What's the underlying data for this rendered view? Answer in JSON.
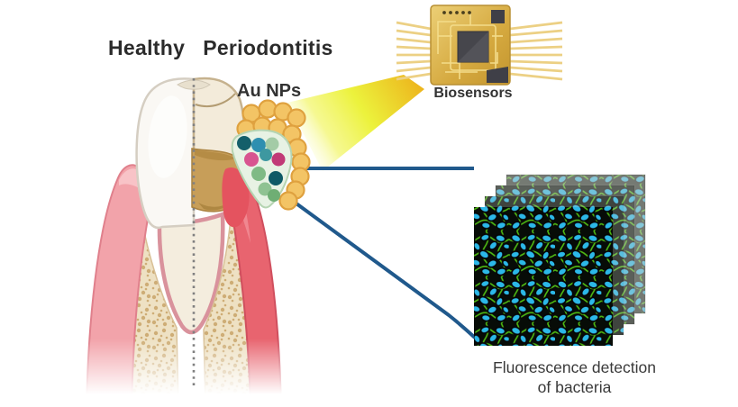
{
  "header": {
    "healthy_label": "Healthy",
    "periodontitis_label": "Periodontitis"
  },
  "tooth": {
    "au_nps_label": "Au NPs"
  },
  "biosensor": {
    "label": "Biosensors"
  },
  "fluorescence": {
    "caption_line1": "Fluorescence detection",
    "caption_line2": "of bacteria"
  },
  "icons": {
    "tooth_illustration": "tooth-cross-section-healthy-vs-periodontitis",
    "gold_nanoparticles": "gold-nanoparticle-cluster",
    "bacteria_sample": "bacteria-teardrop-cluster",
    "excitation_beam": "yellow-light-beam",
    "biosensor_chip": "gold-microchip",
    "fluorescence_stack": "stacked-fluorescence-micrographs"
  },
  "colors": {
    "accent_blue": "#20598c",
    "gold_np": "#f3c465",
    "gold_np_stroke": "#dfa13f",
    "beam_yellow": "#ecf23c",
    "beam_orange": "#edb41c",
    "healthy_gum_pink": "#f2a3aa",
    "inflamed_gum_red": "#e8646f",
    "bone_tan": "#eee1c3",
    "tartar_brown": "#c79e59",
    "chip_gold": "#d5a93f",
    "die_gray": "#46464c",
    "cell_cyan": "#2cb8e8",
    "cell_web_green": "#53c414",
    "text_dark": "#2b2b2b"
  }
}
